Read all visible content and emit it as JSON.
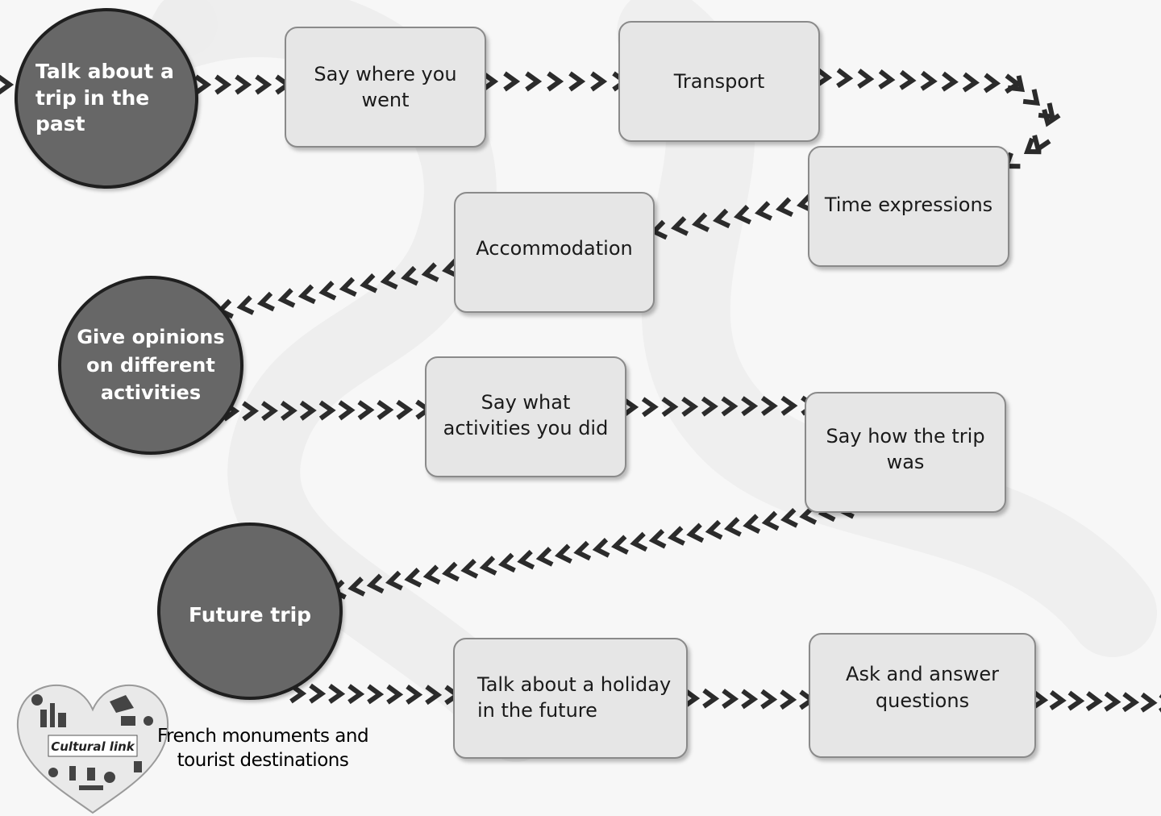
{
  "nodes": {
    "trip_past": "Talk about a trip in the past",
    "where_went": "Say where you went",
    "transport": "Transport",
    "time_expressions": "Time expressions",
    "accommodation": "Accommodation",
    "opinions": "Give opinions on different activities",
    "activities_did": "Say what activities you did",
    "how_trip_was": "Say how the trip was",
    "future_trip": "Future trip",
    "holiday_future": "Talk about a holiday in the future",
    "ask_answer": "Ask and answer questions"
  },
  "cultural_link": {
    "badge": "Cultural link",
    "caption": "French monuments and tourist destinations"
  },
  "colors": {
    "circle_fill": "#676767",
    "circle_border": "#1f1f1f",
    "box_fill": "#e6e6e6",
    "box_border": "#8a8a8a",
    "chevron": "#2b2b2b"
  }
}
